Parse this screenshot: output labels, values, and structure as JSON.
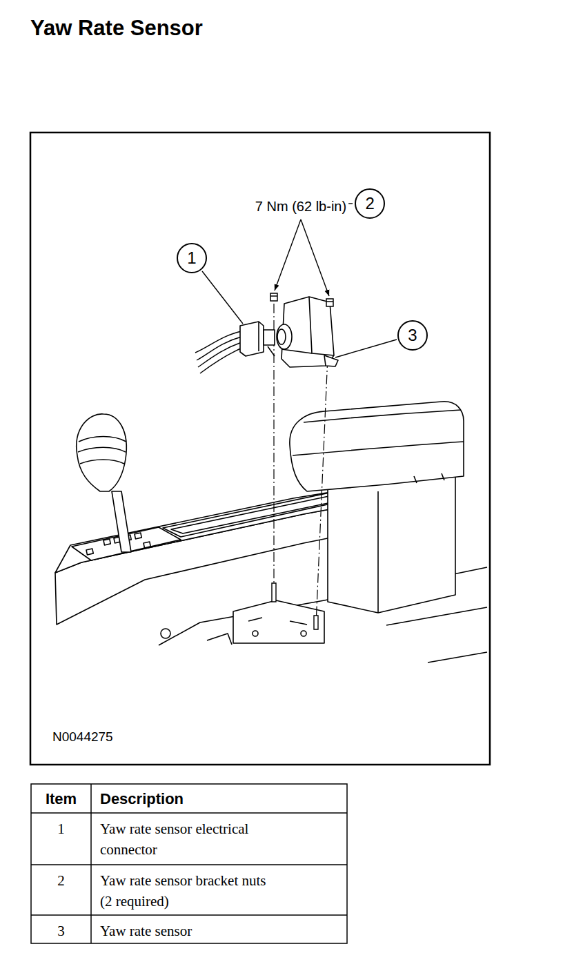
{
  "diagram": {
    "title": "Yaw Rate Sensor",
    "nodes": [
      {
        "text": [
          "1"
        ]
      },
      {
        "text": [
          "2"
        ]
      },
      {
        "text": [
          "3"
        ]
      }
    ],
    "labels": [
      "7 Nm (62 lb-in)",
      "N0044275",
      "Item",
      "Description",
      "1",
      "Yaw rate sensor electrical connector",
      "2",
      "Yaw rate sensor bracket nuts (2 required)",
      "3",
      "Yaw rate sensor"
    ]
  }
}
